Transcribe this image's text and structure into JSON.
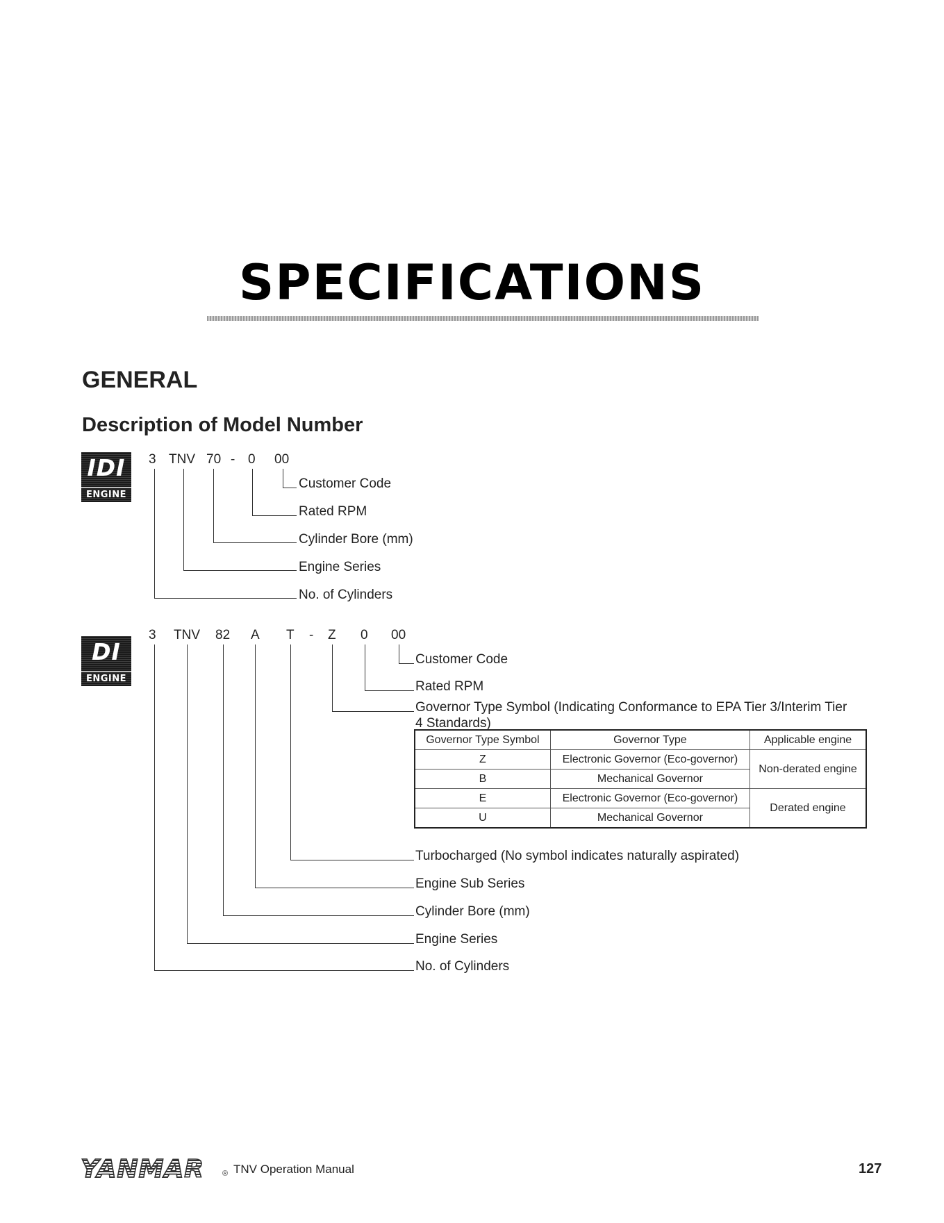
{
  "title": "SPECIFICATIONS",
  "section": "GENERAL",
  "subsection": "Description of Model Number",
  "idi": {
    "badge_big": "IDI",
    "badge_small": "ENGINE",
    "code": [
      "3",
      "TNV",
      "70",
      "-",
      "0",
      "00"
    ],
    "labels": [
      "Customer Code",
      "Rated RPM",
      "Cylinder Bore (mm)",
      "Engine Series",
      "No. of Cylinders"
    ]
  },
  "di": {
    "badge_big": "DI",
    "badge_small": "ENGINE",
    "code": [
      "3",
      "TNV",
      "82",
      "A",
      "T",
      "-",
      "Z",
      "0",
      "00"
    ],
    "labels": {
      "customer_code": "Customer Code",
      "rated_rpm": "Rated RPM",
      "governor_line1": "Governor Type Symbol (Indicating Conformance to EPA Tier 3/Interim Tier",
      "governor_line2": "4 Standards)",
      "turbo": "Turbocharged (No symbol indicates naturally aspirated)",
      "sub_series": "Engine Sub Series",
      "bore": "Cylinder Bore (mm)",
      "series": "Engine Series",
      "cylinders": "No. of Cylinders"
    }
  },
  "governor_table": {
    "headers": [
      "Governor Type Symbol",
      "Governor Type",
      "Applicable engine"
    ],
    "rows": [
      {
        "symbol": "Z",
        "type": "Electronic Governor (Eco-governor)"
      },
      {
        "symbol": "B",
        "type": "Mechanical Governor"
      },
      {
        "symbol": "E",
        "type": "Electronic Governor (Eco-governor)"
      },
      {
        "symbol": "U",
        "type": "Mechanical Governor"
      }
    ],
    "applicable": [
      "Non-derated engine",
      "Derated engine"
    ]
  },
  "footer": {
    "logo": "YANMAR",
    "registered": "®",
    "text": "TNV Operation Manual",
    "page": "127"
  }
}
